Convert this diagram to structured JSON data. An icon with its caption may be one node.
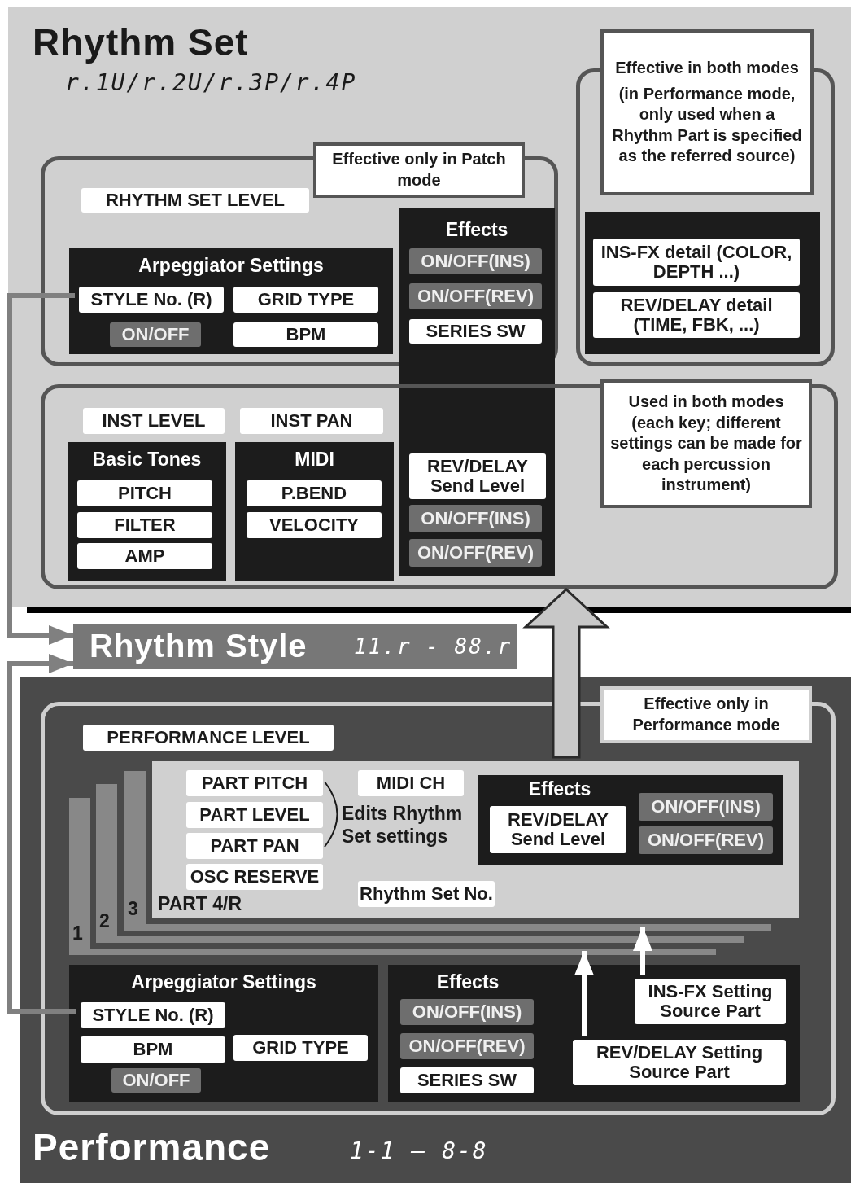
{
  "diagram": {
    "nodes": [
      {
        "text": [
          "Rhythm Set",
          "r.1U/r.2U/r.3P/r.4P"
        ]
      },
      {
        "text": [
          "Effective only in Patch mode"
        ],
        "in": 0
      },
      {
        "text": [
          "RHYTHM SET LEVEL"
        ],
        "in": 1
      },
      {
        "text": [
          "Arpeggiator Settings"
        ],
        "in": 1
      },
      {
        "text": [
          "STYLE No. (R)"
        ],
        "in": 3
      },
      {
        "text": [
          "GRID TYPE"
        ],
        "in": 3
      },
      {
        "text": [
          "ON/OFF"
        ],
        "in": 3
      },
      {
        "text": [
          "BPM"
        ],
        "in": 3
      },
      {
        "text": [
          "Effects"
        ],
        "in": 0
      },
      {
        "text": [
          "ON/OFF(INS)"
        ]
      },
      {
        "text": [
          "ON/OFF(REV)"
        ]
      },
      {
        "text": [
          "SERIES SW"
        ]
      },
      {
        "text": [
          "REV/DELAY Send Level"
        ]
      },
      {
        "text": [
          "ON/OFF(INS)"
        ]
      },
      {
        "text": [
          "ON/OFF(REV)"
        ]
      },
      {
        "text": [
          "Effective in both modes",
          "(in Performance mode, only used when a Rhythm Part is specified as the referred source)"
        ],
        "in": 0
      },
      {
        "text": [],
        "shape": "box",
        "in": 15
      },
      {
        "text": [
          "INS-FX detail (COLOR, DEPTH ...)"
        ],
        "in": 16
      },
      {
        "text": [
          "REV/DELAY detail (TIME, FBK, ...)"
        ],
        "in": 16
      },
      {
        "text": [
          "Used in both modes (each key; different settings can be made for each percussion instrument)"
        ],
        "in": 0
      },
      {
        "text": [
          "INST LEVEL"
        ],
        "in": 19
      },
      {
        "text": [
          "INST PAN"
        ],
        "in": 19
      },
      {
        "text": [
          "Basic Tones"
        ],
        "in": 19
      },
      {
        "text": [
          "PITCH"
        ],
        "in": 22
      },
      {
        "text": [
          "FILTER"
        ],
        "in": 22
      },
      {
        "text": [
          "AMP"
        ],
        "in": 22
      },
      {
        "text": [
          "MIDI"
        ],
        "in": 19
      },
      {
        "text": [
          "P.BEND"
        ],
        "in": 26
      },
      {
        "text": [
          "VELOCITY"
        ],
        "in": 26
      },
      {
        "text": [
          "Rhythm Style",
          "11.r - 88.r"
        ]
      },
      {
        "text": [
          "Performance",
          "1-1 – 8-8"
        ]
      },
      {
        "text": [
          "Effective only in Performance mode"
        ],
        "in": 30
      },
      {
        "text": [
          "PERFORMANCE LEVEL"
        ],
        "in": 31
      },
      {
        "text": [
          "1"
        ],
        "in": 31
      },
      {
        "text": [
          "2"
        ],
        "in": 31
      },
      {
        "text": [
          "3"
        ],
        "in": 31
      },
      {
        "text": [
          "PART 4/R"
        ],
        "in": 31
      },
      {
        "text": [
          "PART PITCH"
        ],
        "in": 36
      },
      {
        "text": [
          "PART LEVEL"
        ],
        "in": 36
      },
      {
        "text": [
          "PART PAN"
        ],
        "in": 36
      },
      {
        "text": [
          "OSC RESERVE"
        ],
        "in": 36
      },
      {
        "text": [
          "MIDI CH"
        ],
        "in": 36
      },
      {
        "text": [
          "Rhythm Set No."
        ],
        "in": 36
      },
      {
        "text": [
          "Effects"
        ],
        "in": 36
      },
      {
        "text": [
          "REV/DELAY Send Level"
        ],
        "in": 43
      },
      {
        "text": [
          "ON/OFF(INS)"
        ],
        "in": 43
      },
      {
        "text": [
          "ON/OFF(REV)"
        ],
        "in": 43
      },
      {
        "text": [
          "Arpeggiator Settings"
        ],
        "in": 31
      },
      {
        "text": [
          "STYLE No. (R)"
        ],
        "in": 47
      },
      {
        "text": [
          "BPM"
        ],
        "in": 47
      },
      {
        "text": [
          "GRID TYPE"
        ],
        "in": 47
      },
      {
        "text": [
          "ON/OFF"
        ],
        "in": 47
      },
      {
        "text": [
          "Effects"
        ],
        "in": 31
      },
      {
        "text": [
          "ON/OFF(INS)"
        ],
        "in": 52
      },
      {
        "text": [
          "ON/OFF(REV)"
        ],
        "in": 52
      },
      {
        "text": [
          "SERIES SW"
        ],
        "in": 52
      },
      {
        "text": [
          "INS-FX Setting Source Part"
        ],
        "in": 52
      },
      {
        "text": [
          "REV/DELAY Setting Source Part"
        ],
        "in": 52
      }
    ],
    "edges": [
      {
        "from": 4,
        "to": 29,
        "arrow": "to",
        "color": "#808080"
      },
      {
        "from": 48,
        "to": 29,
        "arrow": "to",
        "color": "#808080"
      },
      {
        "from": 36,
        "to": 19,
        "arrow": "to",
        "style": "thick"
      },
      {
        "from": 56,
        "to": 35,
        "arrow": "to",
        "color": "#ffffff"
      },
      {
        "from": 57,
        "to": 33,
        "arrow": "to",
        "color": "#ffffff"
      }
    ],
    "labels": [
      "Edits Rhythm Set settings"
    ]
  }
}
